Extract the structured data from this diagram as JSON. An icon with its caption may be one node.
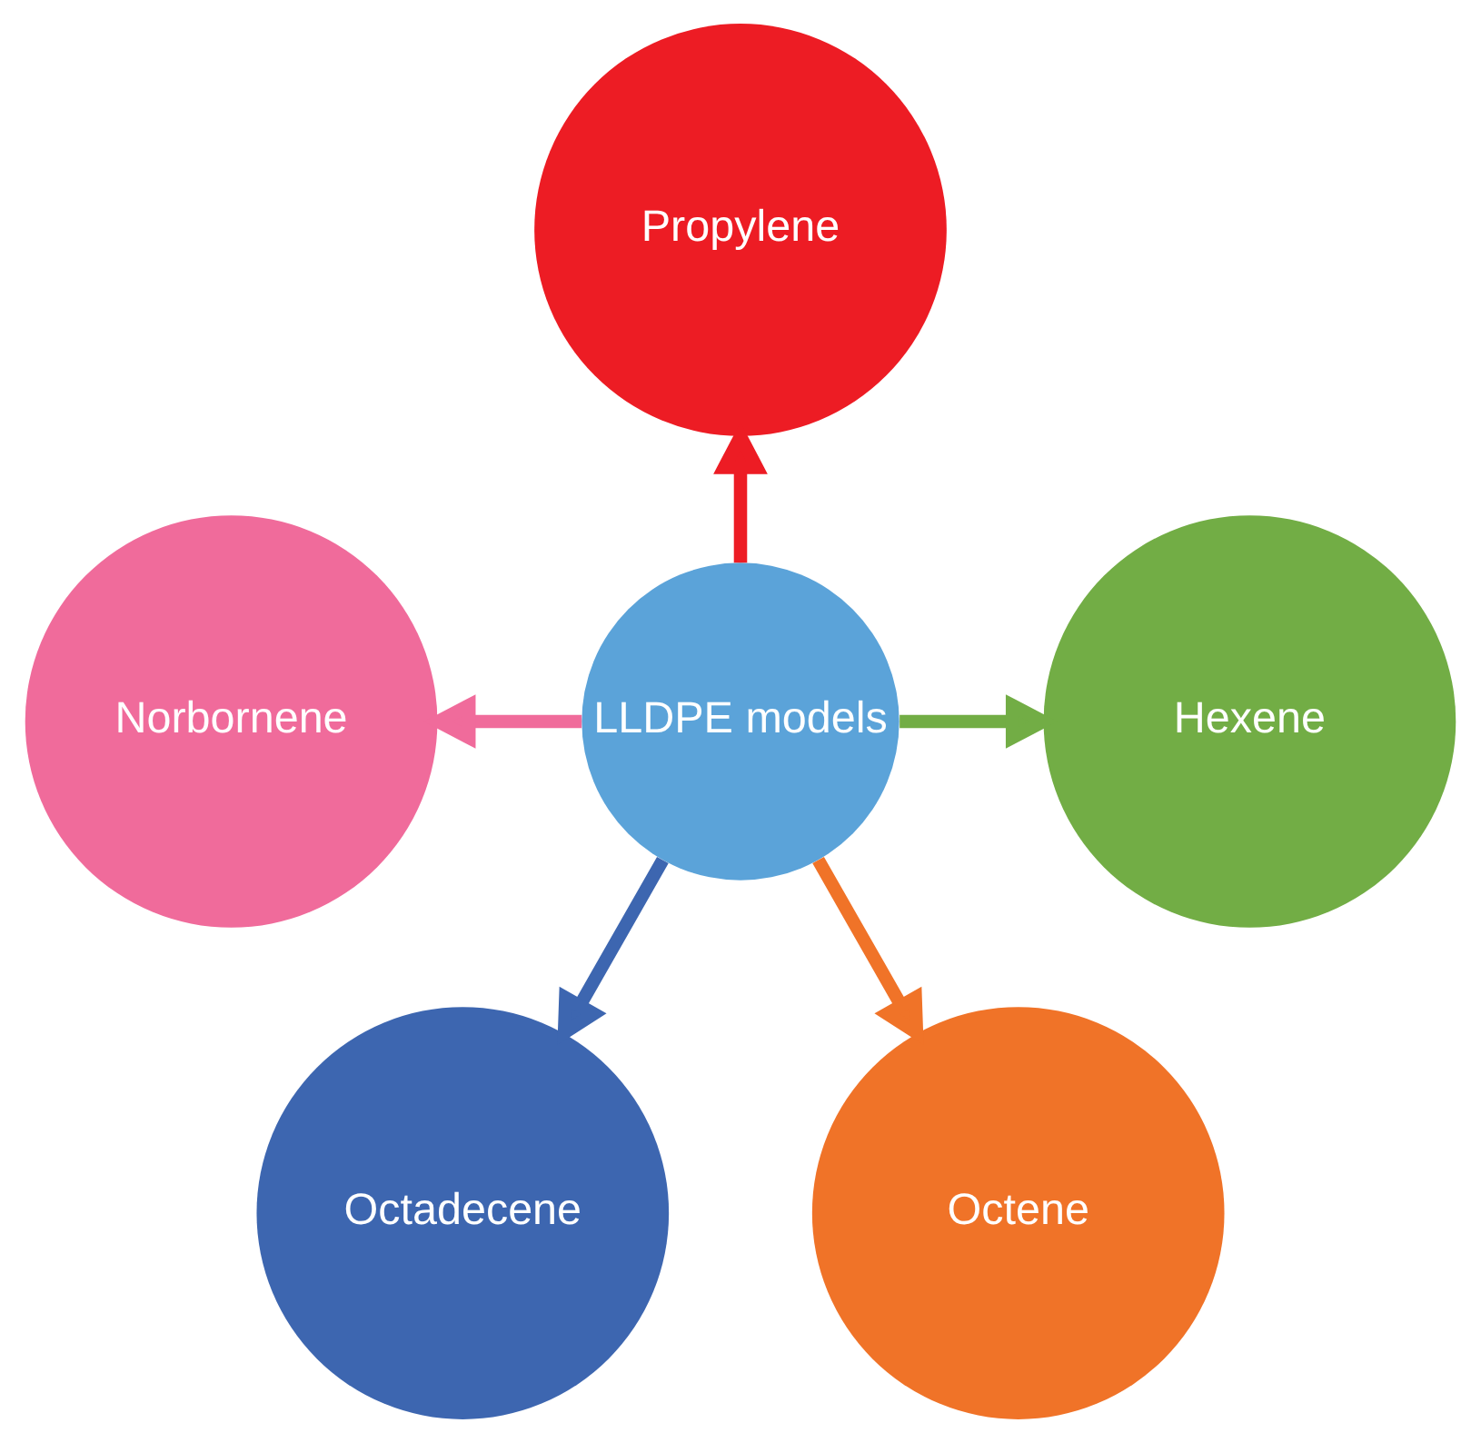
{
  "diagram": {
    "nodes": [
      {
        "text": [
          "Propylene"
        ]
      },
      {
        "text": [
          "Norbornene"
        ]
      },
      {
        "text": [
          "LLDPE models"
        ]
      },
      {
        "text": [
          "Hexene"
        ]
      },
      {
        "text": [
          "Octadecene"
        ]
      },
      {
        "text": [
          "Octene"
        ]
      }
    ],
    "edges": [
      {
        "from": 2,
        "to": 0,
        "arrow": "to",
        "color": "#ed1c24"
      },
      {
        "from": 2,
        "to": 3,
        "arrow": "to",
        "color": "#72ad45"
      },
      {
        "from": 2,
        "to": 5,
        "arrow": "to",
        "color": "#f07328"
      },
      {
        "from": 2,
        "to": 4,
        "arrow": "to",
        "color": "#3d66b0"
      },
      {
        "from": 2,
        "to": 1,
        "arrow": "to",
        "color": "#f06b9b"
      }
    ]
  }
}
